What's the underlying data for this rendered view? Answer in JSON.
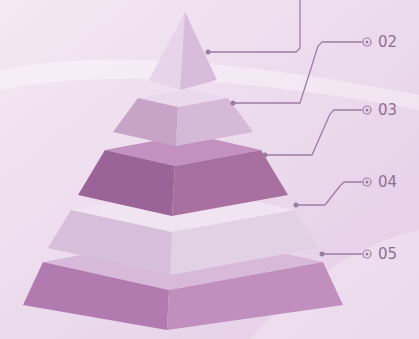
{
  "diagram": {
    "labels": [
      "02",
      "03",
      "04",
      "05"
    ]
  }
}
